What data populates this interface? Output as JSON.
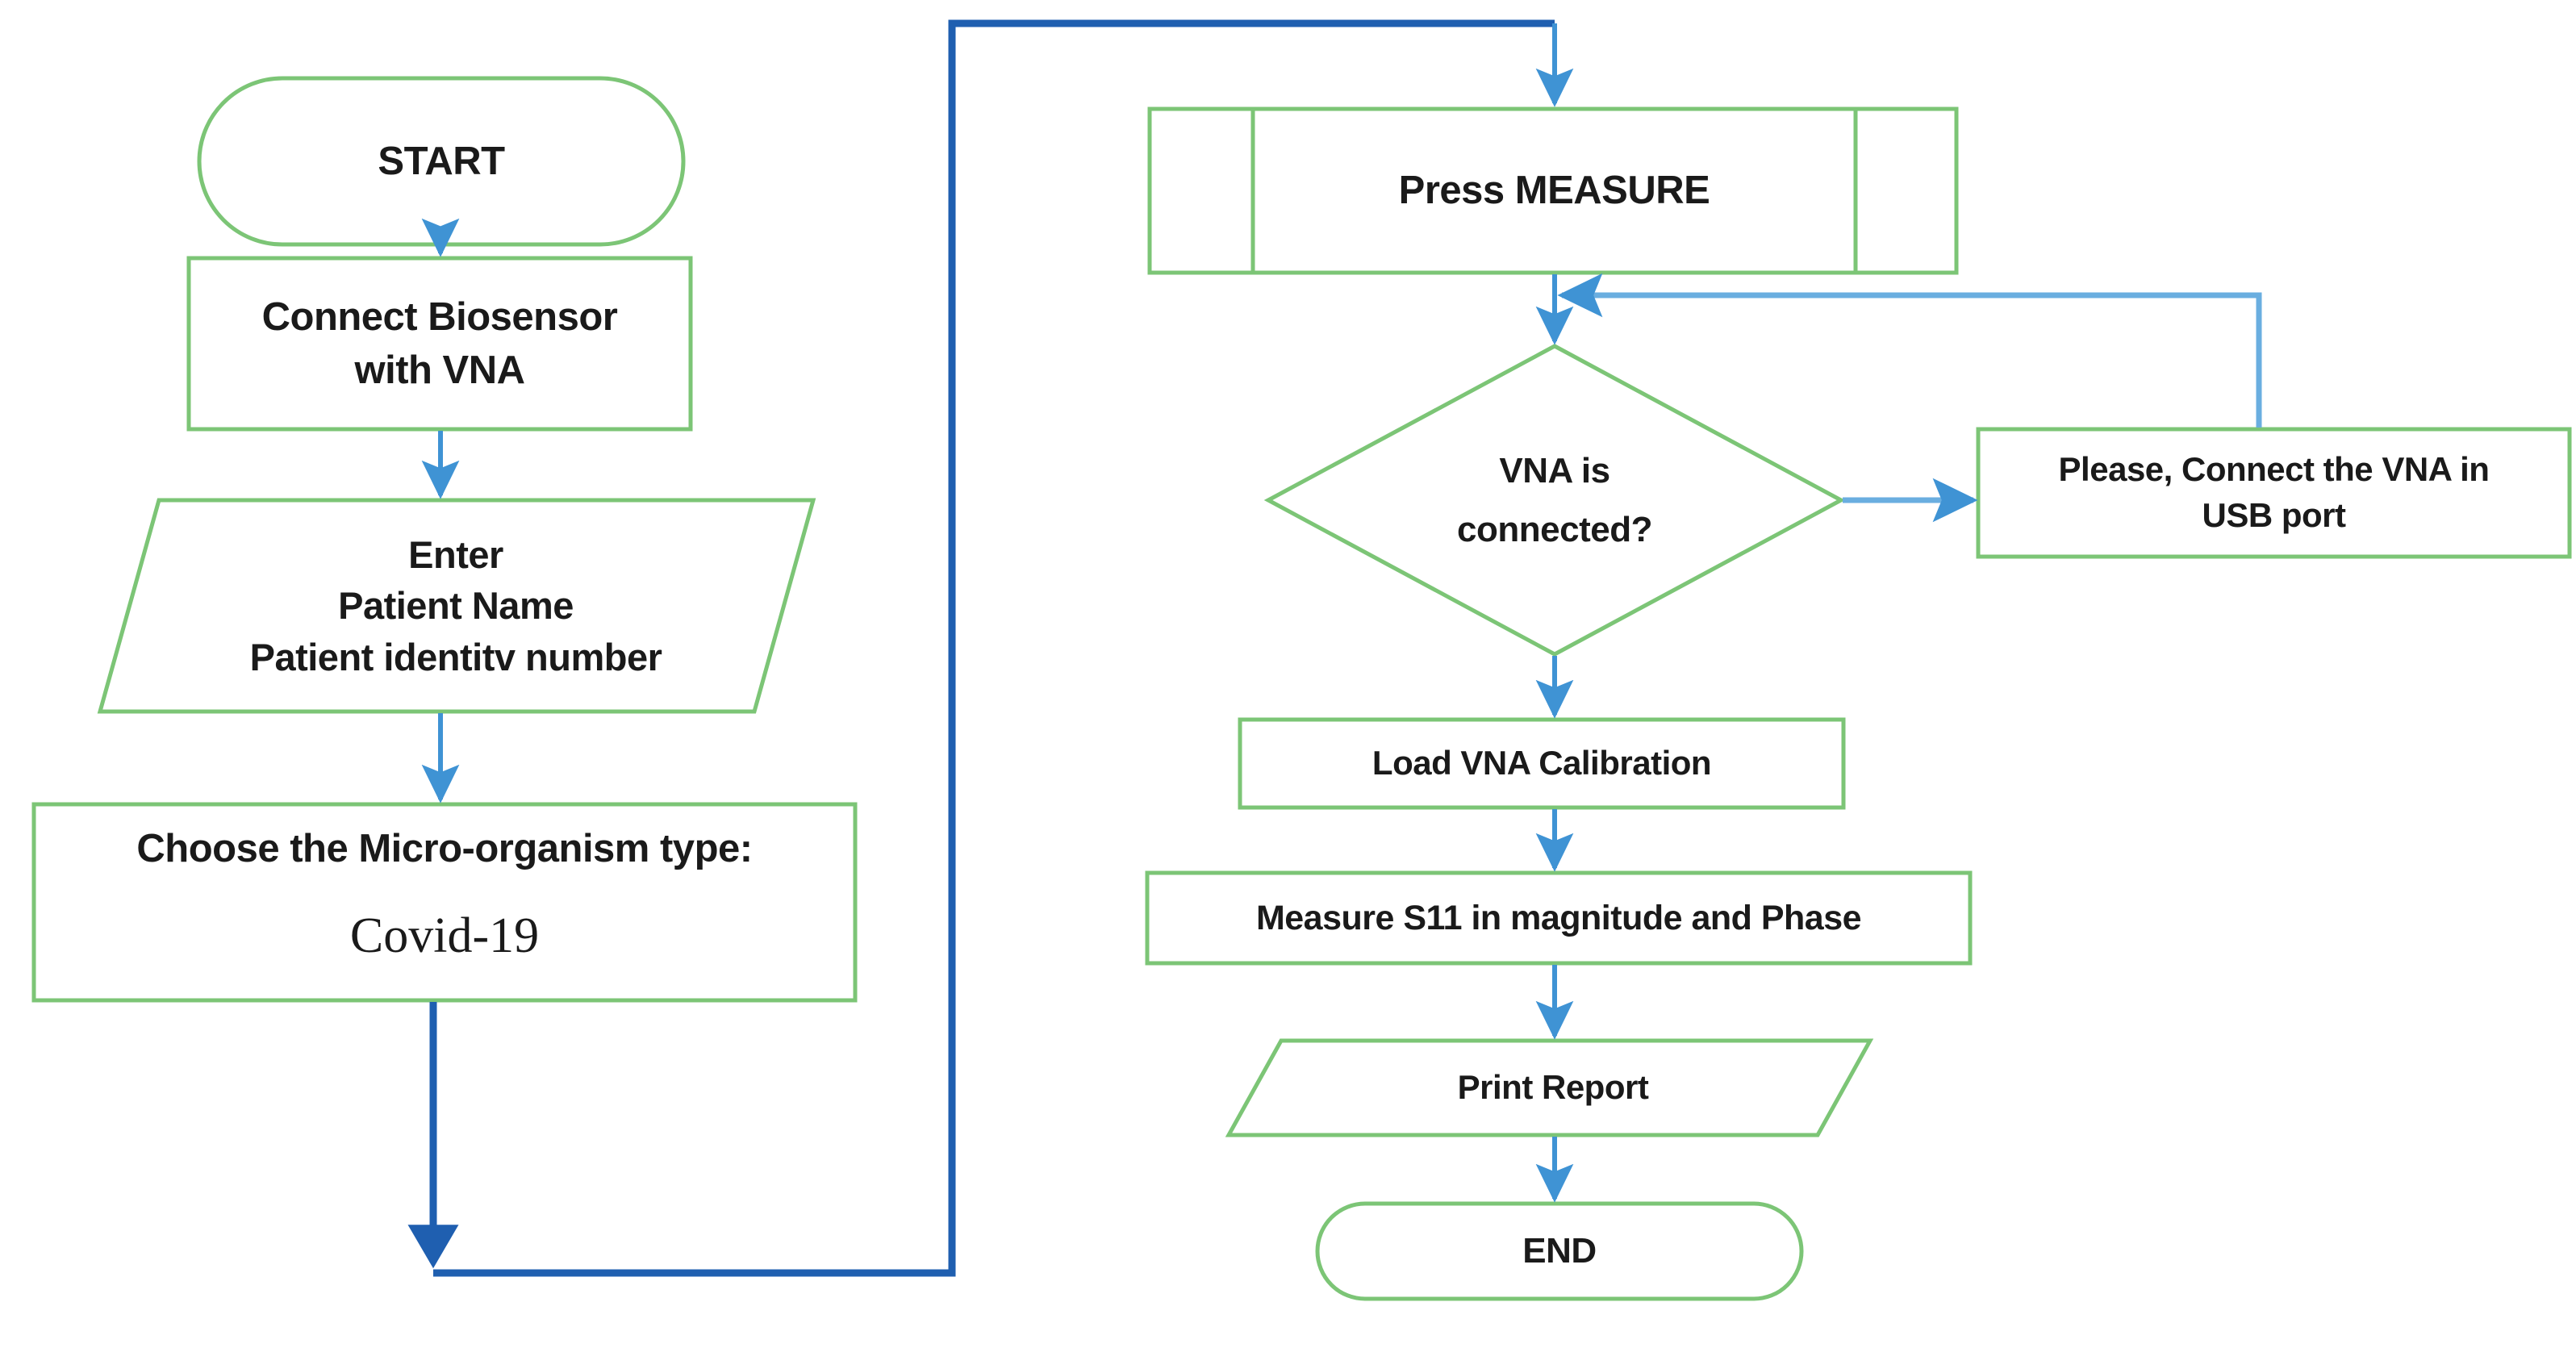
{
  "diagram": {
    "type": "flowchart",
    "title": "Biosensor VNA measurement flowchart",
    "colors": {
      "shape_stroke": "#7cc576",
      "arrow_light": "#3f93d4",
      "arrow_dark": "#1f5fb0",
      "text": "#1a1a1a",
      "background": "#ffffff"
    },
    "nodes": [
      {
        "id": "start",
        "shape": "terminator",
        "label": "START"
      },
      {
        "id": "connect-biosensor",
        "shape": "process",
        "label_lines": [
          "Connect Biosensor",
          "with VNA"
        ]
      },
      {
        "id": "enter-patient",
        "shape": "input-output",
        "label_lines": [
          "Enter",
          "Patient Name",
          "Patient identitv number"
        ]
      },
      {
        "id": "choose-microorganism",
        "shape": "process",
        "label_lines": [
          "Choose the Micro-organism type:",
          "Covid-19"
        ]
      },
      {
        "id": "press-measure",
        "shape": "predefined-process",
        "label": "Press MEASURE"
      },
      {
        "id": "vna-connected",
        "shape": "decision",
        "label_lines": [
          "VNA is",
          "connected?"
        ]
      },
      {
        "id": "connect-usb",
        "shape": "process",
        "label_lines": [
          "Please, Connect the VNA in",
          "USB port"
        ]
      },
      {
        "id": "load-calibration",
        "shape": "process",
        "label": "Load VNA Calibration"
      },
      {
        "id": "measure-s11",
        "shape": "process",
        "label": "Measure S11 in magnitude and Phase"
      },
      {
        "id": "print-report",
        "shape": "input-output",
        "label": "Print Report"
      },
      {
        "id": "end",
        "shape": "terminator",
        "label": "END"
      }
    ],
    "edges": [
      {
        "from": "start",
        "to": "connect-biosensor",
        "style": "light"
      },
      {
        "from": "connect-biosensor",
        "to": "enter-patient",
        "style": "light"
      },
      {
        "from": "enter-patient",
        "to": "choose-microorganism",
        "style": "light"
      },
      {
        "from": "choose-microorganism",
        "to": "press-measure",
        "style": "dark"
      },
      {
        "from": "press-measure",
        "to": "vna-connected",
        "style": "light"
      },
      {
        "from": "vna-connected",
        "to": "connect-usb",
        "style": "light"
      },
      {
        "from": "connect-usb",
        "to": "vna-connected",
        "style": "light"
      },
      {
        "from": "vna-connected",
        "to": "load-calibration",
        "style": "light"
      },
      {
        "from": "load-calibration",
        "to": "measure-s11",
        "style": "light"
      },
      {
        "from": "measure-s11",
        "to": "print-report",
        "style": "light"
      },
      {
        "from": "print-report",
        "to": "end",
        "style": "light"
      }
    ]
  }
}
